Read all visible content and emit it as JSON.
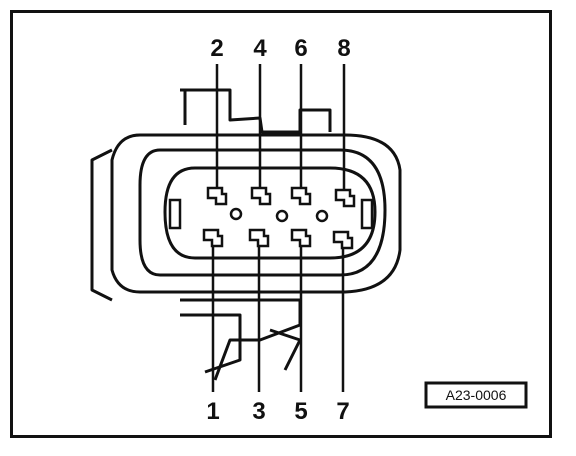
{
  "diagram": {
    "pin_labels_top": [
      "2",
      "4",
      "6",
      "8"
    ],
    "pin_labels_bottom": [
      "1",
      "3",
      "5",
      "7"
    ],
    "reference_code": "A23-0006"
  },
  "colors": {
    "ink": "#111111",
    "paper": "#ffffff"
  }
}
